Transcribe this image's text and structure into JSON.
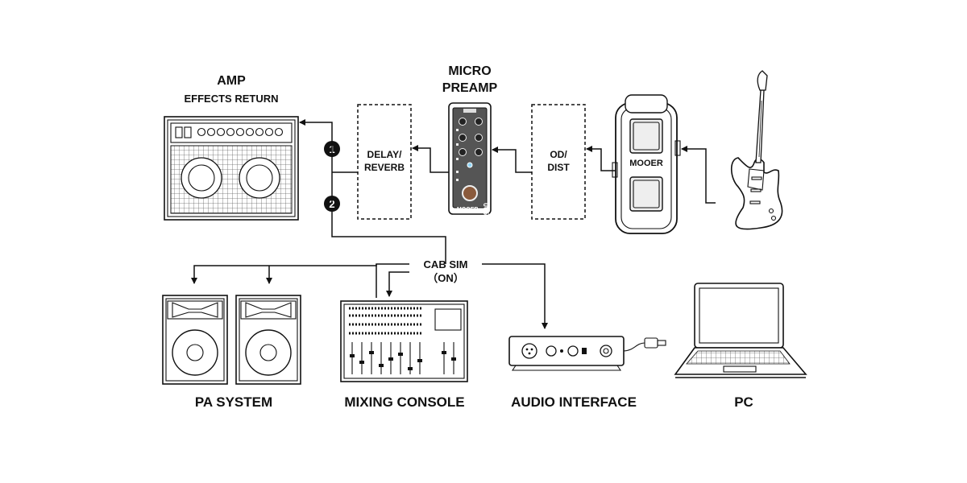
{
  "labels": {
    "amp_title": "AMP",
    "amp_sub": "EFFECTS RETURN",
    "preamp_line1": "MICRO",
    "preamp_line2": "PREAMP",
    "delay_line1": "DELAY/",
    "delay_line2": "REVERB",
    "od_line1": "OD/",
    "od_line2": "DIST",
    "cab_sim": "CAB SIM",
    "cab_on": "（ON）",
    "pa_system": "PA  SYSTEM",
    "mixing_console": "MIXING CONSOLE",
    "audio_interface": "AUDIO INTERFACE",
    "pc": "PC",
    "marker1": "1",
    "marker2": "2"
  },
  "logos": {
    "preamp_brand": "MOOER",
    "preamp_model": "005",
    "switch_brand": "MOOER"
  }
}
